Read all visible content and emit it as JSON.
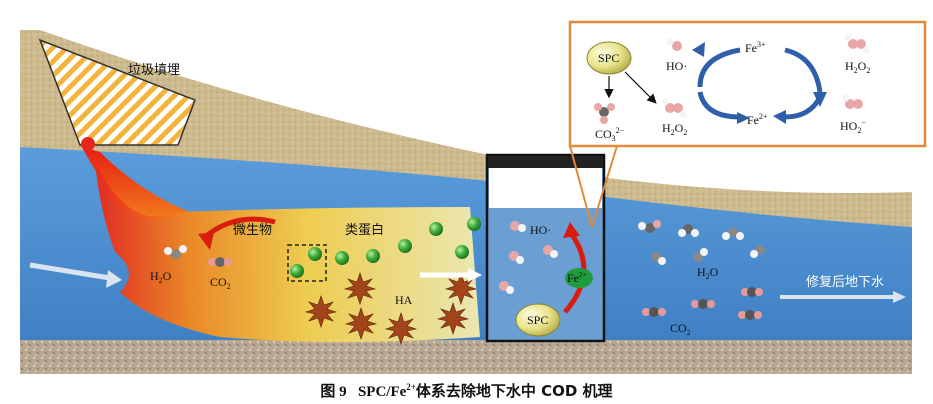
{
  "labels": {
    "landfill": "垃圾填埋",
    "microbe": "微生物",
    "protein": "类蛋白",
    "ha": "HA",
    "h2o_left": "H",
    "co2_left": "CO",
    "ho_well": "HO·",
    "fe_well": "Fe",
    "spc_well": "SPC",
    "h2o_right": "H",
    "co2_right": "CO",
    "remediated": "修复后地下水"
  },
  "inset": {
    "spc": "SPC",
    "ho": "HO·",
    "fe3": "Fe",
    "fe2": "Fe",
    "h2o2_top": "H",
    "h2o2_mid": "H",
    "co3": "CO",
    "ho2": "HO",
    "sup_3plus": "3+",
    "sup_2plus": "2+",
    "sub_2": "2",
    "sub_3": "3",
    "sup_2minus": "2−",
    "sup_minus": "−"
  },
  "caption": {
    "fig": "图 9",
    "formula_a": "SPC/Fe",
    "formula_sup": "2+",
    "text": "体系去除地下水中 COD 机理"
  },
  "colors": {
    "soil": "#cbb98d",
    "water": "#4d8fd0",
    "bedrock": "#b5a48f",
    "plume": "#e83a1a",
    "inset_border": "#e08a3a",
    "arrow_blue": "#2f5fa8"
  }
}
